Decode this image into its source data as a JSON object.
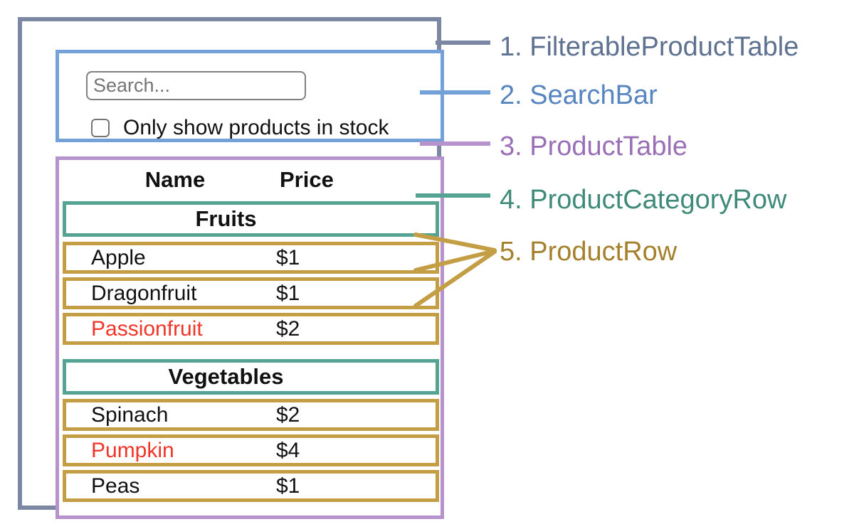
{
  "colors": {
    "background": "#ffffff",
    "slate_border": "#7b87a3",
    "slate_text": "#5e7191",
    "blue_border": "#74a1d8",
    "blue_text": "#5685c2",
    "purple_border": "#b793cd",
    "purple_text": "#9b6fb8",
    "teal_border": "#55a392",
    "teal_text": "#3f8a79",
    "gold_border": "#c49e45",
    "gold_text": "#a5802d",
    "red_text": "#f13527",
    "black_text": "#111111",
    "input_border": "#808080",
    "placeholder_text": "#757575",
    "checkbox_border": "#757575"
  },
  "search_bar": {
    "placeholder": "Search...",
    "checkbox_checked": false,
    "checkbox_label": "Only show products in stock"
  },
  "product_table": {
    "headers": [
      "Name",
      "Price"
    ],
    "sections": [
      {
        "category": "Fruits",
        "rows": [
          {
            "name": "Apple",
            "price": "$1",
            "name_color": "#111111"
          },
          {
            "name": "Dragonfruit",
            "price": "$1",
            "name_color": "#111111"
          },
          {
            "name": "Passionfruit",
            "price": "$2",
            "name_color": "#f13527"
          }
        ]
      },
      {
        "category": "Vegetables",
        "rows": [
          {
            "name": "Spinach",
            "price": "$2",
            "name_color": "#111111"
          },
          {
            "name": "Pumpkin",
            "price": "$4",
            "name_color": "#f13527"
          },
          {
            "name": "Peas",
            "price": "$1",
            "name_color": "#111111"
          }
        ]
      }
    ]
  },
  "legend": {
    "items": [
      {
        "text": "1. FilterableProductTable",
        "color": "#5e7191"
      },
      {
        "text": "2. SearchBar",
        "color": "#5685c2"
      },
      {
        "text": "3. ProductTable",
        "color": "#9b6fb8"
      },
      {
        "text": "4. ProductCategoryRow",
        "color": "#3f8a79"
      },
      {
        "text": "5. ProductRow",
        "color": "#a5802d"
      }
    ]
  }
}
